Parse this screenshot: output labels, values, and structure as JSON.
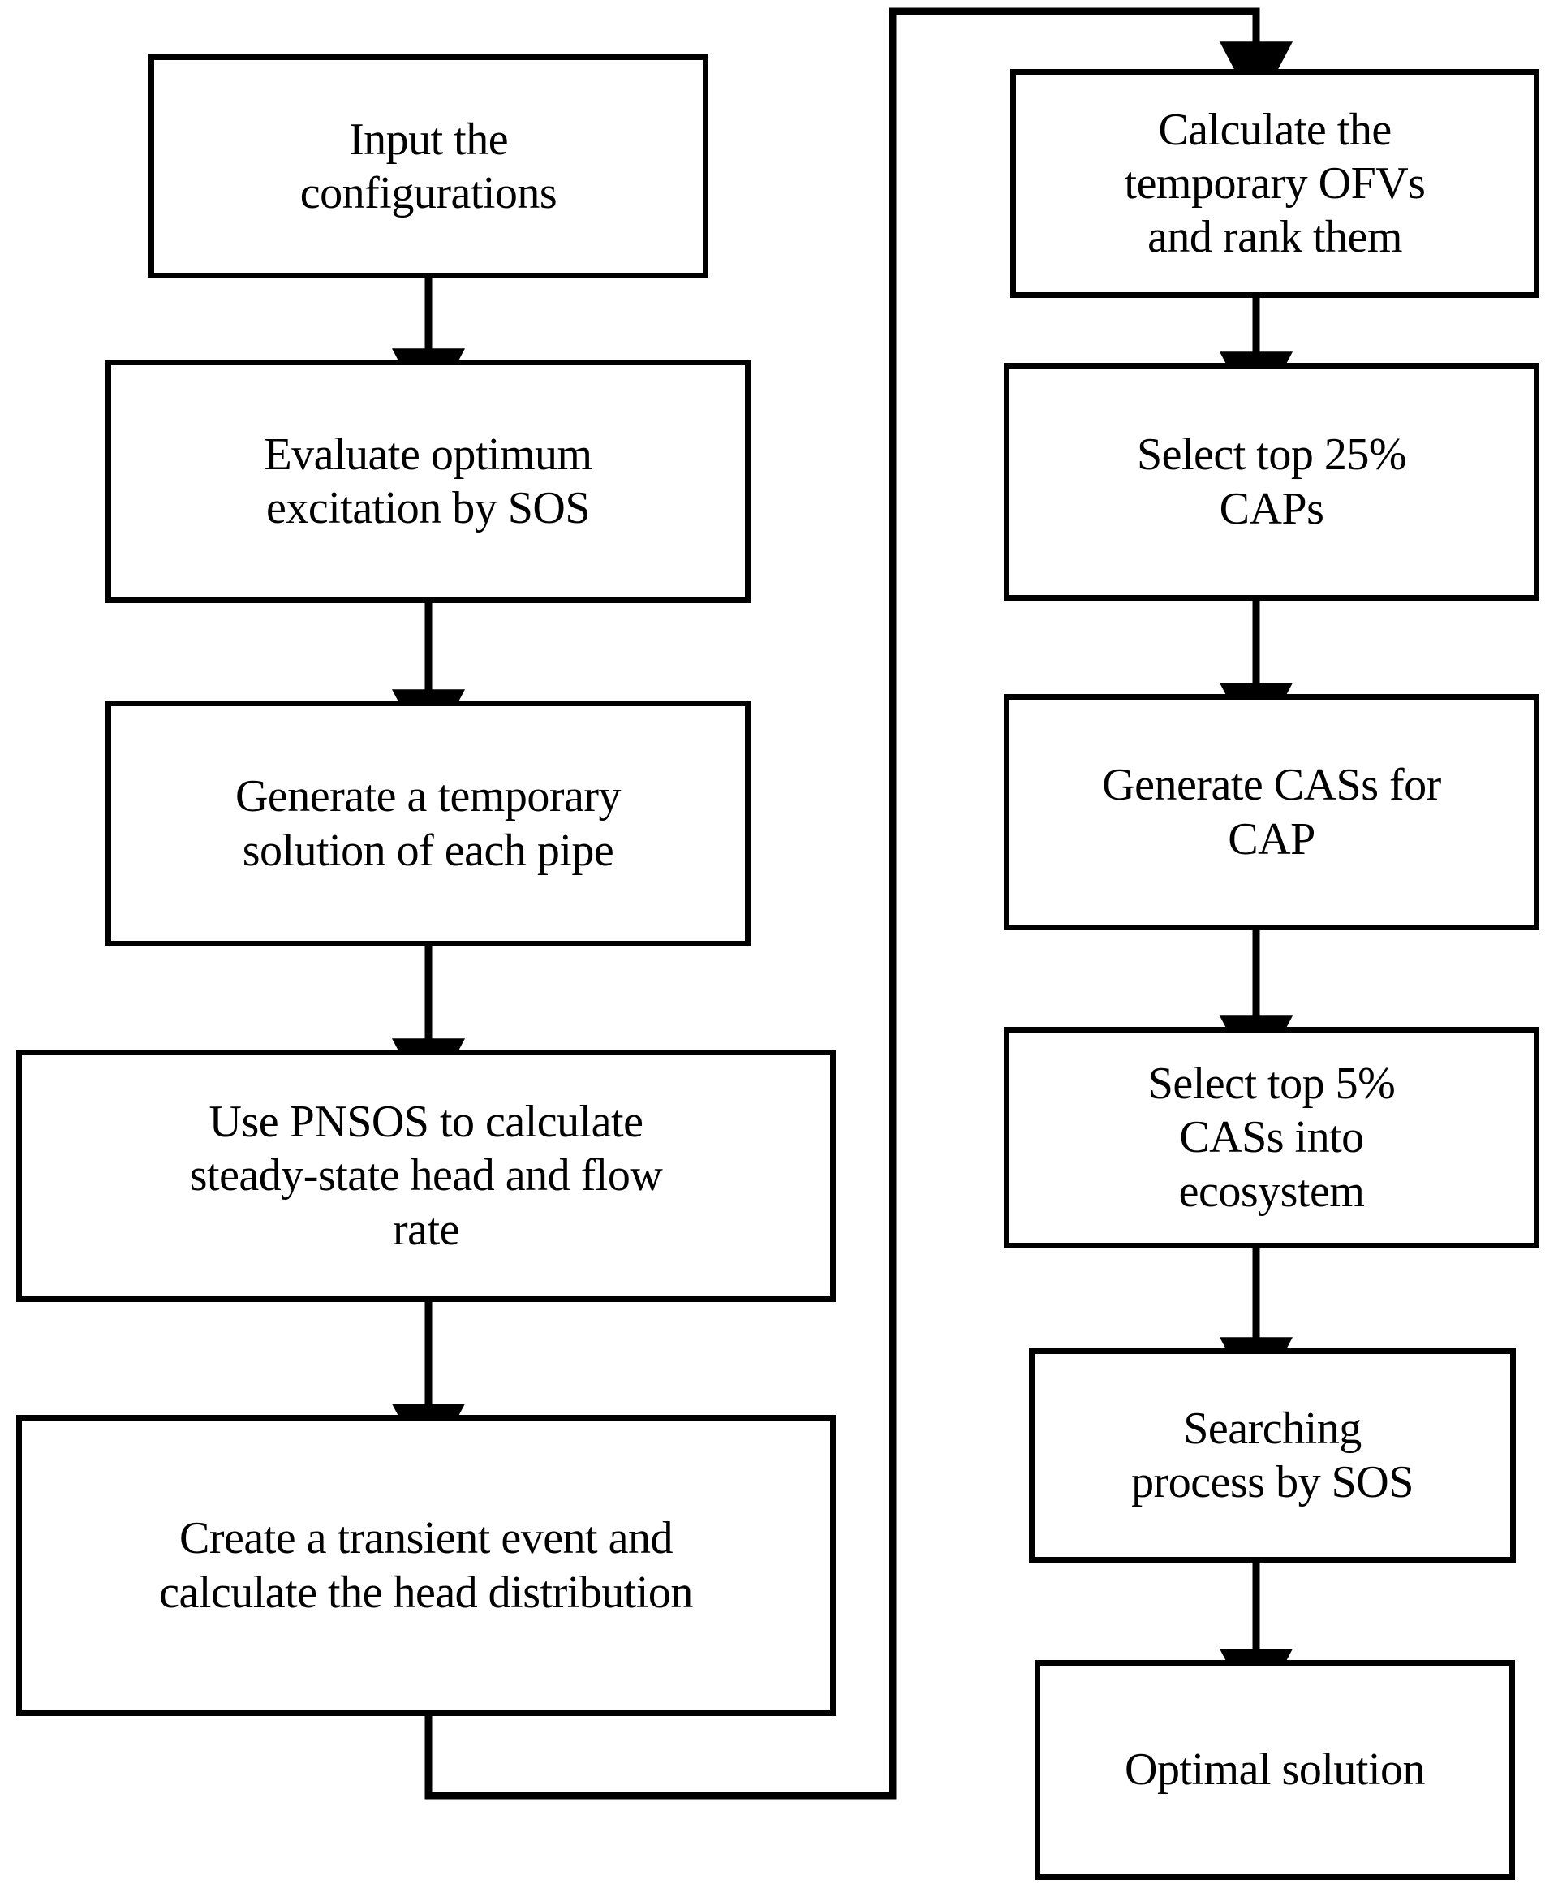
{
  "diagram": {
    "title": "Optimization algorithm flowchart",
    "type": "flowchart",
    "background_color": "#ffffff",
    "line_color": "#000000",
    "text_color": "#000000"
  },
  "nodes": {
    "input_configurations": {
      "label": "Input the\nconfigurations",
      "font_size": 56
    },
    "evaluate_excitation": {
      "label": "Evaluate optimum\nexcitation by SOS",
      "font_size": 56
    },
    "generate_temporary_solution": {
      "label": "Generate a temporary\nsolution of each pipe",
      "font_size": 56
    },
    "use_pnsos": {
      "label": "Use PNSOS to calculate\nsteady-state head and flow\nrate",
      "font_size": 56
    },
    "create_transient_event": {
      "label": "Create a transient event and\ncalculate the head distribution",
      "font_size": 56
    },
    "calculate_temporary_ofvs": {
      "label": "Calculate  the\ntemporary OFVs\nand rank them",
      "font_size": 56
    },
    "select_top_25_caps": {
      "label": "Select top 25%\nCAPs",
      "font_size": 56
    },
    "generate_cass_for_cap": {
      "label": "Generate CASs for\nCAP",
      "font_size": 56
    },
    "select_top_5_cass": {
      "label": "Select top 5%\nCASs into\necosystem",
      "font_size": 56
    },
    "searching_process": {
      "label": "Searching\nprocess by SOS",
      "font_size": 56
    },
    "optimal_solution": {
      "label": "Optimal solution",
      "font_size": 56
    }
  },
  "edges": [
    {
      "name": "input-to-evaluate",
      "from": "input_configurations",
      "to": "evaluate_excitation",
      "kind": "straight-down-arrow"
    },
    {
      "name": "evaluate-to-generate",
      "from": "evaluate_excitation",
      "to": "generate_temporary_solution",
      "kind": "straight-down-arrow"
    },
    {
      "name": "generate-to-pnsos",
      "from": "generate_temporary_solution",
      "to": "use_pnsos",
      "kind": "straight-down-arrow"
    },
    {
      "name": "pnsos-to-transient",
      "from": "use_pnsos",
      "to": "create_transient_event",
      "kind": "straight-down-arrow"
    },
    {
      "name": "transient-to-calculate-ofvs",
      "from": "create_transient_event",
      "to": "calculate_temporary_ofvs",
      "kind": "feedback-loop-right"
    },
    {
      "name": "ofvs-to-select25",
      "from": "calculate_temporary_ofvs",
      "to": "select_top_25_caps",
      "kind": "straight-down-arrow"
    },
    {
      "name": "select25-to-generate-cass",
      "from": "select_top_25_caps",
      "to": "generate_cass_for_cap",
      "kind": "straight-down-arrow"
    },
    {
      "name": "generate-cass-to-select5",
      "from": "generate_cass_for_cap",
      "to": "select_top_5_cass",
      "kind": "straight-down-arrow"
    },
    {
      "name": "select5-to-searching",
      "from": "select_top_5_cass",
      "to": "searching_process",
      "kind": "straight-down-arrow"
    },
    {
      "name": "searching-to-optimal",
      "from": "searching_process",
      "to": "optimal_solution",
      "kind": "straight-down-arrow"
    }
  ]
}
